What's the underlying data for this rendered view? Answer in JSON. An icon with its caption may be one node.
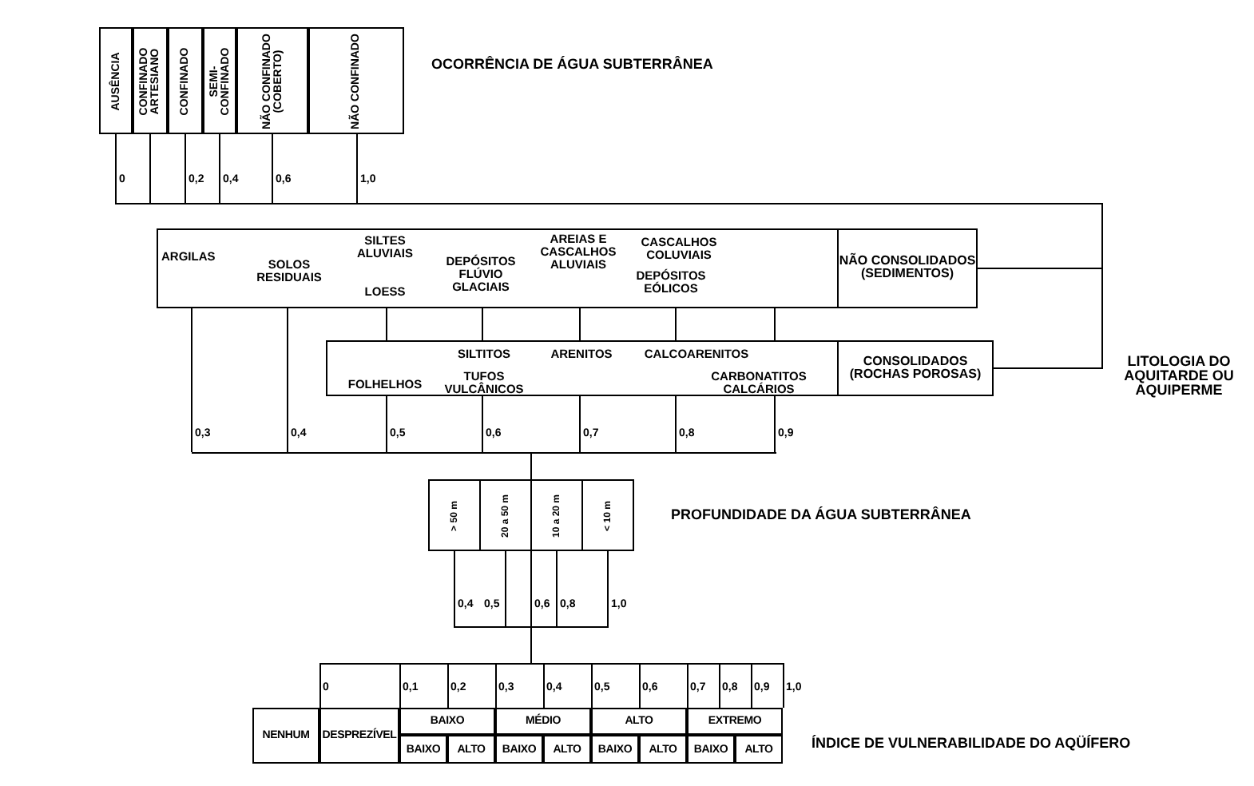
{
  "diagram": {
    "nodes": [
      {
        "text": [
          "AUSÊNCIA"
        ]
      },
      {
        "text": [
          "CONFINADO ARTESIANO"
        ]
      },
      {
        "text": [
          "CONFINADO"
        ]
      },
      {
        "text": [
          "SEMI-CONFINADO"
        ]
      },
      {
        "text": [
          "NÃO CONFINADO (COBERTO)"
        ]
      },
      {
        "text": [
          "NÃO CONFINADO"
        ]
      },
      {
        "text": [],
        "shape": "bar"
      },
      {
        "text": [
          "ARGILAS",
          "SOLOS RESIDUAIS",
          "SILTES ALUVIAIS",
          "LOESS",
          "DEPÓSITOS FLÚVIO GLACIAIS",
          "AREIAS E CASCALHOS ALUVIAIS",
          "CASCALHOS COLUVIAIS",
          "DEPÓSITOS EÓLICOS"
        ]
      },
      {
        "text": [
          "NÃO CONSOLIDADOS (SEDIMENTOS)"
        ]
      },
      {
        "text": [
          "SILTITOS",
          "ARENITOS",
          "CALCOARENITOS",
          "FOLHELHOS",
          "TUFOS VULCÂNICOS",
          "CARBONATITOS CALCÁRIOS"
        ]
      },
      {
        "text": [
          "CONSOLIDADOS (ROCHAS POROSAS)"
        ]
      },
      {
        "text": [],
        "shape": "bar"
      },
      {
        "text": [
          "> 50 m"
        ]
      },
      {
        "text": [
          "20 a 50 m"
        ]
      },
      {
        "text": [
          "10 a 20 m"
        ]
      },
      {
        "text": [
          "< 10 m"
        ]
      },
      {
        "text": [],
        "shape": "bar"
      },
      {
        "text": [],
        "shape": "bar"
      }
    ],
    "edges": [
      {
        "from": 0,
        "to": 6,
        "arrow": "none"
      },
      {
        "from": 1,
        "to": 6,
        "arrow": "none"
      },
      {
        "from": 2,
        "to": 6,
        "arrow": "none"
      },
      {
        "from": 3,
        "to": 6,
        "arrow": "none"
      },
      {
        "from": 4,
        "to": 6,
        "arrow": "none"
      },
      {
        "from": 5,
        "to": 6,
        "arrow": "none"
      },
      {
        "from": 6,
        "to": 8,
        "arrow": "none"
      },
      {
        "from": 6,
        "to": 10,
        "arrow": "none"
      },
      {
        "from": 7,
        "to": 11,
        "arrow": "none"
      },
      {
        "from": 7,
        "to": 11,
        "arrow": "none"
      },
      {
        "from": 7,
        "to": 9,
        "arrow": "none"
      },
      {
        "from": 7,
        "to": 9,
        "arrow": "none"
      },
      {
        "from": 7,
        "to": 9,
        "arrow": "none"
      },
      {
        "from": 7,
        "to": 9,
        "arrow": "none"
      },
      {
        "from": 7,
        "to": 9,
        "arrow": "none"
      },
      {
        "from": 9,
        "to": 11,
        "arrow": "none"
      },
      {
        "from": 9,
        "to": 11,
        "arrow": "none"
      },
      {
        "from": 9,
        "to": 11,
        "arrow": "none"
      },
      {
        "from": 9,
        "to": 11,
        "arrow": "none"
      },
      {
        "from": 9,
        "to": 11,
        "arrow": "none"
      },
      {
        "from": 11,
        "to": 16,
        "arrow": "none"
      },
      {
        "from": 12,
        "to": 16,
        "arrow": "none"
      },
      {
        "from": 13,
        "to": 16,
        "arrow": "none"
      },
      {
        "from": 14,
        "to": 16,
        "arrow": "none"
      },
      {
        "from": 15,
        "to": 16,
        "arrow": "none"
      },
      {
        "from": 16,
        "to": 17,
        "arrow": "none"
      }
    ],
    "labels": [
      "OCORRÊNCIA DE ÁGUA SUBTERRÂNEA",
      "0",
      "0,2",
      "0,4",
      "0,6",
      "1,0",
      "LITOLOGIA DO AQUITARDE OU AQUIPERME",
      "0,3",
      "0,4",
      "0,5",
      "0,6",
      "0,7",
      "0,8",
      "0,9",
      "PROFUNDIDADE DA ÁGUA SUBTERRÂNEA",
      "0,4",
      "0,5",
      "0,6",
      "0,8",
      "1,0",
      "0",
      "0,1",
      "0,2",
      "0,3",
      "0,4",
      "0,5",
      "0,6",
      "0,7",
      "0,8",
      "0,9",
      "1,0",
      "ÍNDICE DE VULNERABILIDADE DO AQÜÍFERO",
      "NENHUM",
      "DESPREZÍVEL",
      "BAIXO",
      "MÉDIO",
      "ALTO",
      "EXTREMO",
      "BAIXO",
      "ALTO",
      "BAIXO",
      "ALTO",
      "BAIXO",
      "ALTO",
      "BAIXO",
      "ALTO"
    ]
  }
}
